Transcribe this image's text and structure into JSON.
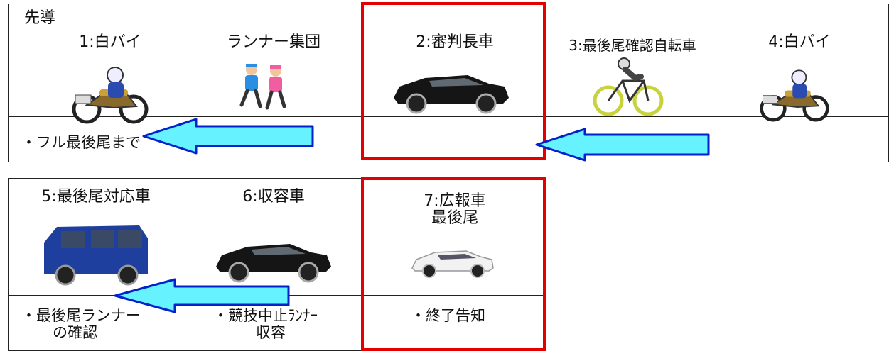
{
  "row1": {
    "lead_label": "先導",
    "slots": [
      {
        "label": "1:白バイ",
        "icon": "police-motorcycle-icon"
      },
      {
        "label": "ランナー集団",
        "icon": "runners-icon"
      },
      {
        "label": "2:審判長車",
        "icon": "black-suv-icon"
      },
      {
        "label": "3:最後尾確認自転車",
        "icon": "cyclist-icon"
      },
      {
        "label": "4:白バイ",
        "icon": "police-motorcycle-icon"
      }
    ],
    "note": "・フル最後尾まで"
  },
  "row2": {
    "slots": [
      {
        "label": "5:最後尾対応車",
        "icon": "blue-kei-van-icon"
      },
      {
        "label": "6:収容車",
        "icon": "black-suv-icon"
      },
      {
        "label_line1": "7:広報車",
        "label_line2": "最後尾",
        "icon": "white-suv-icon"
      }
    ],
    "notes": {
      "slot5_line1": "・最後尾ランナー",
      "slot5_line2": "の確認",
      "slot6_line1": "・競技中止ﾗﾝﾅｰ",
      "slot6_line2": "収容",
      "slot7": "・終了告知"
    }
  },
  "colors": {
    "highlight": "#e40000",
    "arrow_fill": "#66f2ff",
    "arrow_stroke": "#0022cc"
  }
}
